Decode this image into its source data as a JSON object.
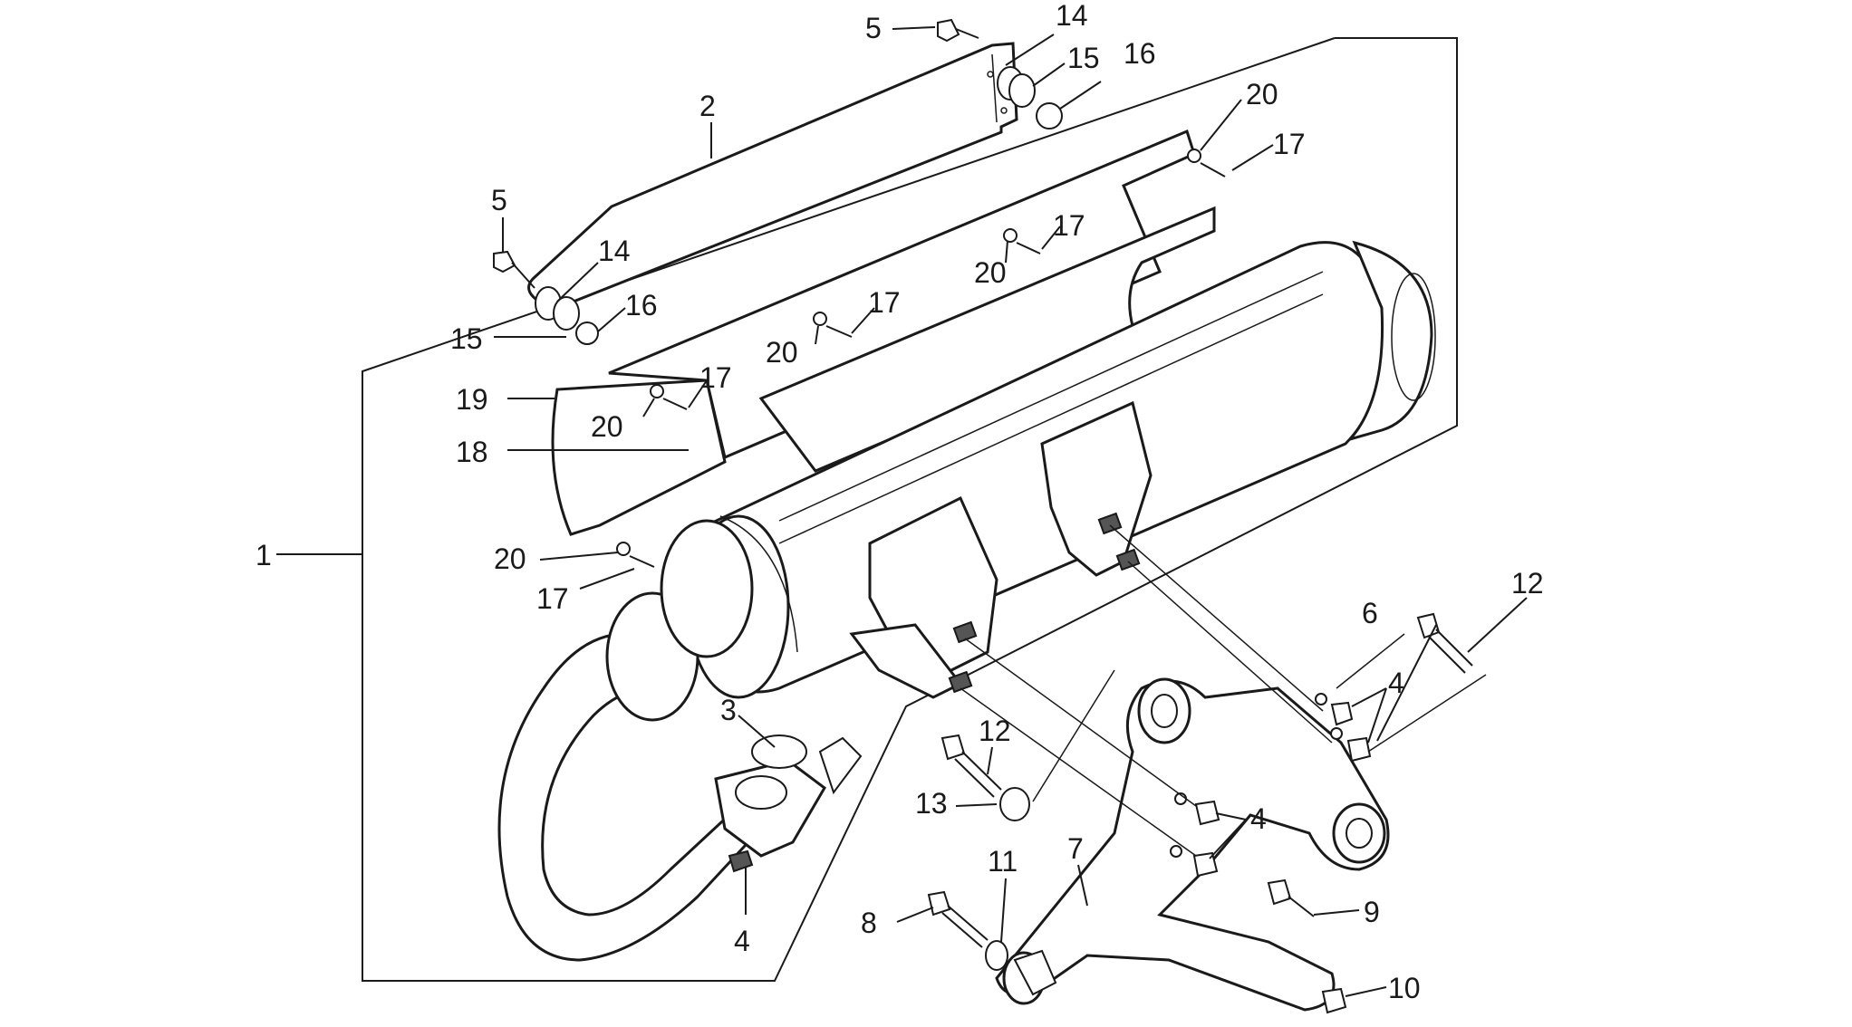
{
  "callouts": [
    {
      "id": "c5a",
      "label": "5"
    },
    {
      "id": "c14a",
      "label": "14"
    },
    {
      "id": "c15a",
      "label": "15"
    },
    {
      "id": "c16a",
      "label": "16"
    },
    {
      "id": "c20a",
      "label": "20"
    },
    {
      "id": "c17a",
      "label": "17"
    },
    {
      "id": "c2",
      "label": "2"
    },
    {
      "id": "c5b",
      "label": "5"
    },
    {
      "id": "c14b",
      "label": "14"
    },
    {
      "id": "c16b",
      "label": "16"
    },
    {
      "id": "c15b",
      "label": "15"
    },
    {
      "id": "c17b",
      "label": "17"
    },
    {
      "id": "c20b",
      "label": "20"
    },
    {
      "id": "c17c",
      "label": "17"
    },
    {
      "id": "c20c",
      "label": "20"
    },
    {
      "id": "c17d",
      "label": "17"
    },
    {
      "id": "c20d",
      "label": "20"
    },
    {
      "id": "c19",
      "label": "19"
    },
    {
      "id": "c18",
      "label": "18"
    },
    {
      "id": "c1",
      "label": "1"
    },
    {
      "id": "c20e",
      "label": "20"
    },
    {
      "id": "c17e",
      "label": "17"
    },
    {
      "id": "c6",
      "label": "6"
    },
    {
      "id": "c12a",
      "label": "12"
    },
    {
      "id": "c4a",
      "label": "4"
    },
    {
      "id": "c3",
      "label": "3"
    },
    {
      "id": "c12b",
      "label": "12"
    },
    {
      "id": "c13",
      "label": "13"
    },
    {
      "id": "c4b",
      "label": "4"
    },
    {
      "id": "c7",
      "label": "7"
    },
    {
      "id": "c11",
      "label": "11"
    },
    {
      "id": "c9",
      "label": "9"
    },
    {
      "id": "c8",
      "label": "8"
    },
    {
      "id": "c4c",
      "label": "4"
    },
    {
      "id": "c10",
      "label": "10"
    }
  ]
}
